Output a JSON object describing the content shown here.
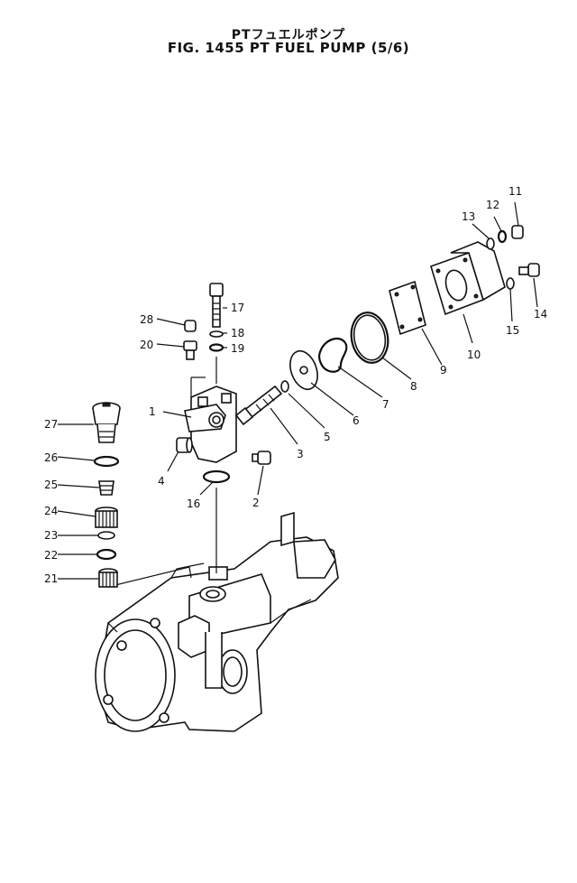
{
  "title_jp": "PTフュエルポンプ",
  "title_en": "FIG. 1455  PT FUEL PUMP (5/6)",
  "part_numbers": [
    "1",
    "2",
    "3",
    "4",
    "5",
    "6",
    "7",
    "8",
    "9",
    "10",
    "11",
    "12",
    "13",
    "14",
    "15",
    "16",
    "17",
    "18",
    "19",
    "20",
    "21",
    "22",
    "23",
    "24",
    "25",
    "26",
    "27",
    "28"
  ]
}
